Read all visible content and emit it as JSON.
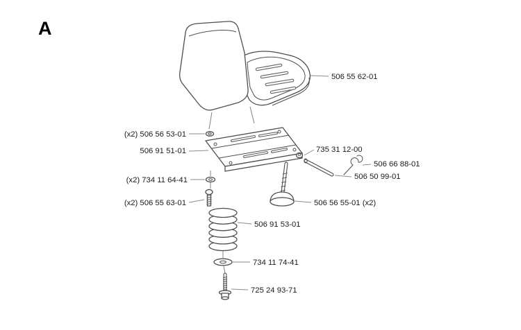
{
  "figure_label": "A",
  "colors": {
    "line_art_stroke": "#4d4d4d",
    "label_text": "#1a1a1a",
    "background": "#ffffff"
  },
  "parts": [
    {
      "id": "seat",
      "label": "506 55 62-01"
    },
    {
      "id": "washer-top",
      "label": "(x2) 506 56 53-01"
    },
    {
      "id": "bracket",
      "label": "506 91 51-01"
    },
    {
      "id": "nut",
      "label": "735 31 12-00"
    },
    {
      "id": "clip",
      "label": "506 66 88-01"
    },
    {
      "id": "pin",
      "label": "506 50 99-01"
    },
    {
      "id": "washer-mid",
      "label": "(x2) 734 11 64-41"
    },
    {
      "id": "screw-left",
      "label": "(x2) 506 55 63-01"
    },
    {
      "id": "knob-foot",
      "label": "506 56 55-01 (x2)"
    },
    {
      "id": "spring",
      "label": "506 91 53-01"
    },
    {
      "id": "washer-bottom",
      "label": "734 11 74-41"
    },
    {
      "id": "bolt-bottom",
      "label": "725 24 93-71"
    }
  ]
}
